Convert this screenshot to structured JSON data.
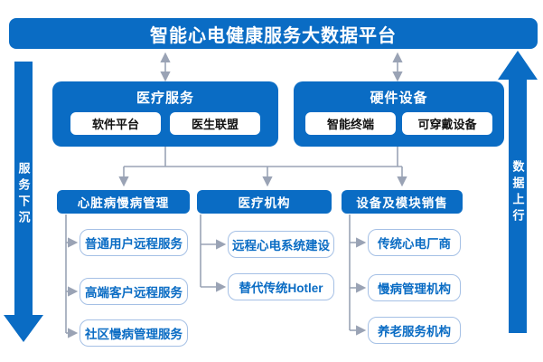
{
  "title": "智能心电健康服务大数据平台",
  "left_flow_arrow": {
    "label": "服务下沉",
    "direction": "down"
  },
  "right_flow_arrow": {
    "label": "数据上行",
    "direction": "up"
  },
  "top_boxes": [
    {
      "title": "医疗服务",
      "children": [
        "软件平台",
        "医生联盟"
      ]
    },
    {
      "title": "硬件设备",
      "children": [
        "智能终端",
        "可穿戴设备"
      ]
    }
  ],
  "columns": [
    {
      "header": "心脏病慢病管理",
      "items": [
        "普通用户远程服务",
        "高端客户远程服务",
        "社区慢病管理服务"
      ]
    },
    {
      "header": "医疗机构",
      "items": [
        "远程心电系统建设",
        "替代传统Hotler"
      ]
    },
    {
      "header": "设备及模块销售",
      "items": [
        "传统心电厂商",
        "慢病管理机构",
        "养老服务机构"
      ]
    }
  ],
  "colors": {
    "primary_blue": "#0a6cc4",
    "connector_gray": "#9aa3b5",
    "item_border_blue": "#a5c0e5",
    "background": "#ffffff"
  }
}
